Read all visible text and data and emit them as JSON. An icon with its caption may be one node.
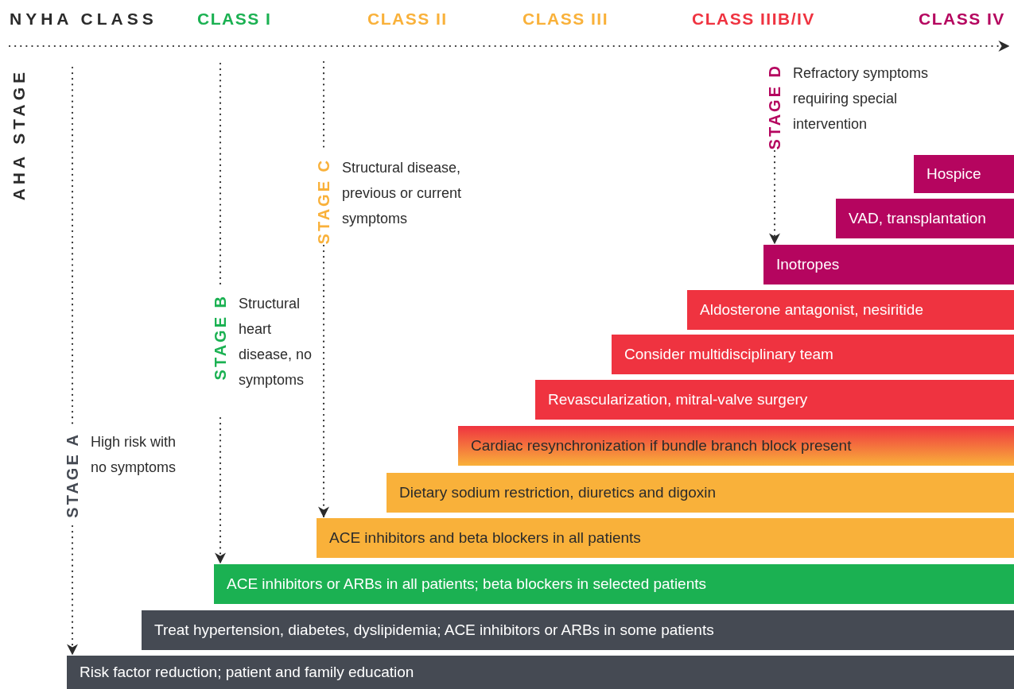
{
  "diagram": {
    "nodes": [
      {
        "text": [
          "STAGE A",
          "High risk with no symptoms"
        ]
      },
      {
        "text": [
          "STAGE B",
          "Structural heart disease, no symptoms"
        ]
      },
      {
        "text": [
          "STAGE C",
          "Structural disease, previous or current symptoms"
        ]
      },
      {
        "text": [
          "STAGE D",
          "Refractory symptoms requiring special intervention"
        ]
      },
      {
        "text": [
          "Hospice"
        ]
      },
      {
        "text": [
          "VAD, transplantation"
        ]
      },
      {
        "text": [
          "Inotropes"
        ]
      },
      {
        "text": [
          "Aldosterone antagonist, nesiritide"
        ]
      },
      {
        "text": [
          "Consider multidisciplinary team"
        ]
      },
      {
        "text": [
          "Revascularization, mitral-valve surgery"
        ]
      },
      {
        "text": [
          "Cardiac resynchronization if bundle branch block present"
        ]
      },
      {
        "text": [
          "Dietary sodium restriction, diuretics and digoxin"
        ]
      },
      {
        "text": [
          "ACE inhibitors and beta blockers in all patients"
        ]
      },
      {
        "text": [
          "ACE inhibitors or ARBs in all patients; beta blockers in selected patients"
        ]
      },
      {
        "text": [
          "Treat hypertension, diabetes, dyslipidemia; ACE inhibitors or ARBs in some patients"
        ]
      },
      {
        "text": [
          "Risk factor reduction; patient and family education"
        ]
      }
    ],
    "edges": [
      {
        "from": 0,
        "to": 15,
        "arrow": "to"
      },
      {
        "from": 1,
        "to": 13,
        "arrow": "to"
      },
      {
        "from": 2,
        "to": 12,
        "arrow": "to"
      },
      {
        "from": 3,
        "to": 6,
        "arrow": "to"
      }
    ],
    "labels": [
      "NYHA CLASS",
      "CLASS I",
      "CLASS II",
      "CLASS III",
      "CLASS IIIB/IV",
      "CLASS IV",
      "AHA STAGE"
    ]
  }
}
